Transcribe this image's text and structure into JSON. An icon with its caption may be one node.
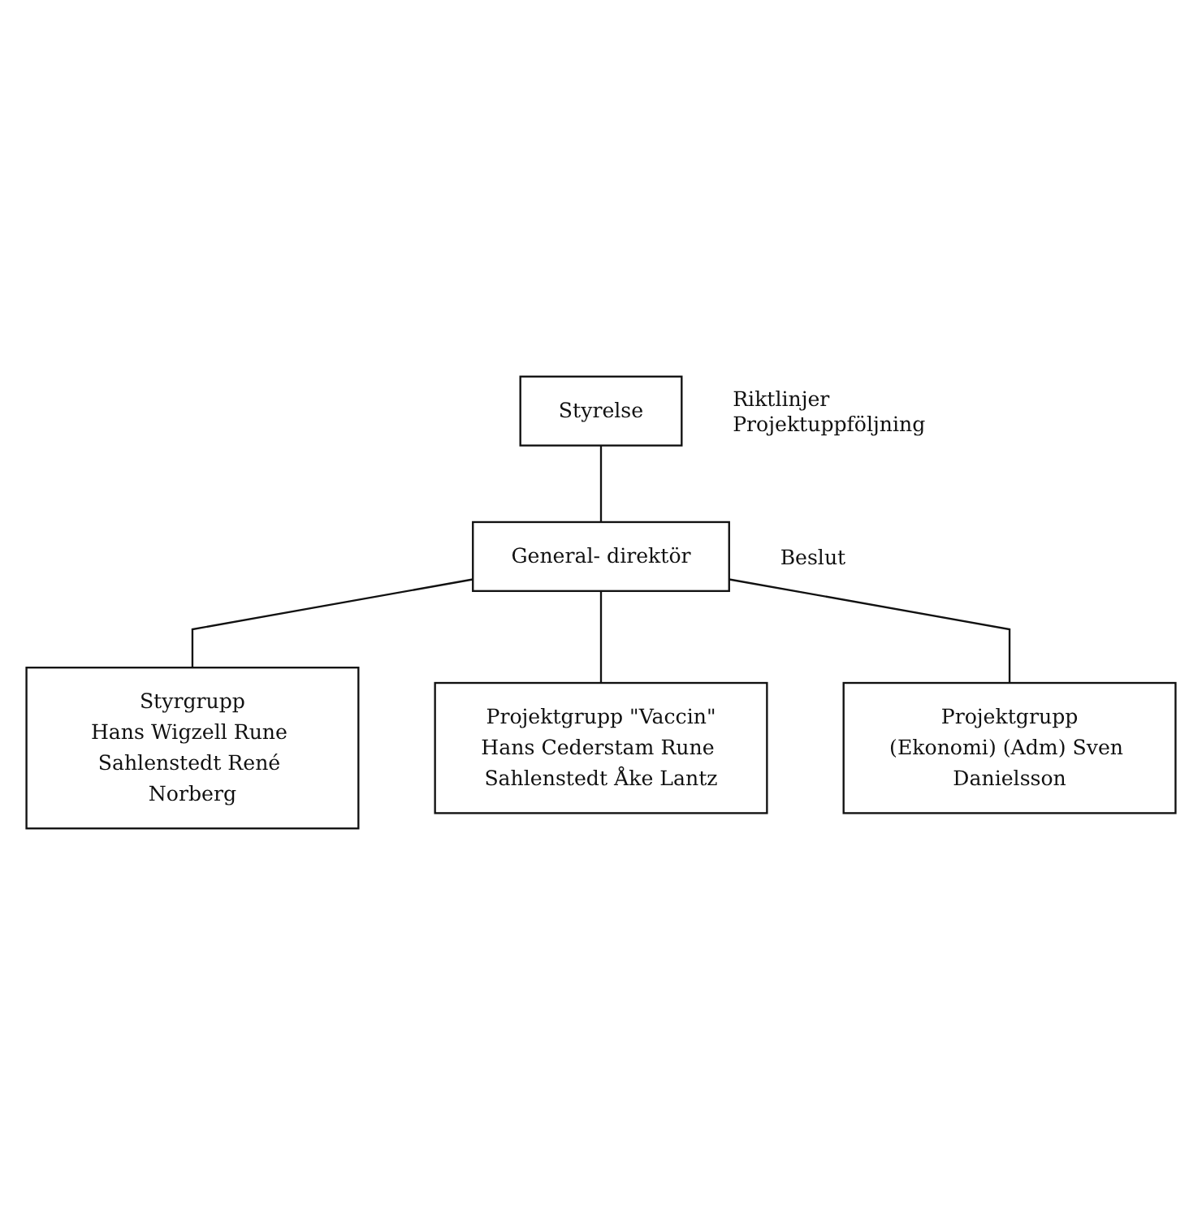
{
  "diagram": {
    "nodes": [
      {
        "text": [
          "Styrelse"
        ],
        "beside": [
          "Riktlinjer",
          "Projektuppföljning"
        ]
      },
      {
        "text": [
          "General- direktör"
        ],
        "beside": [
          "Beslut"
        ]
      },
      {
        "text": [
          "Styrgrupp",
          "Hans Wigzell Rune Sahlenstedt René Norberg"
        ]
      },
      {
        "text": [
          "Projektgrupp \"Vaccin\"",
          "Hans Cederstam Rune Sahlenstedt Åke Lantz"
        ]
      },
      {
        "text": [
          "Projektgrupp",
          "(Ekonomi) (Adm) Sven Danielsson"
        ]
      }
    ],
    "edges": [
      {
        "from": 0,
        "to": 1,
        "arrow": "none"
      },
      {
        "from": 1,
        "to": 2,
        "arrow": "none"
      },
      {
        "from": 1,
        "to": 3,
        "arrow": "none"
      },
      {
        "from": 1,
        "to": 4,
        "arrow": "none"
      }
    ]
  }
}
